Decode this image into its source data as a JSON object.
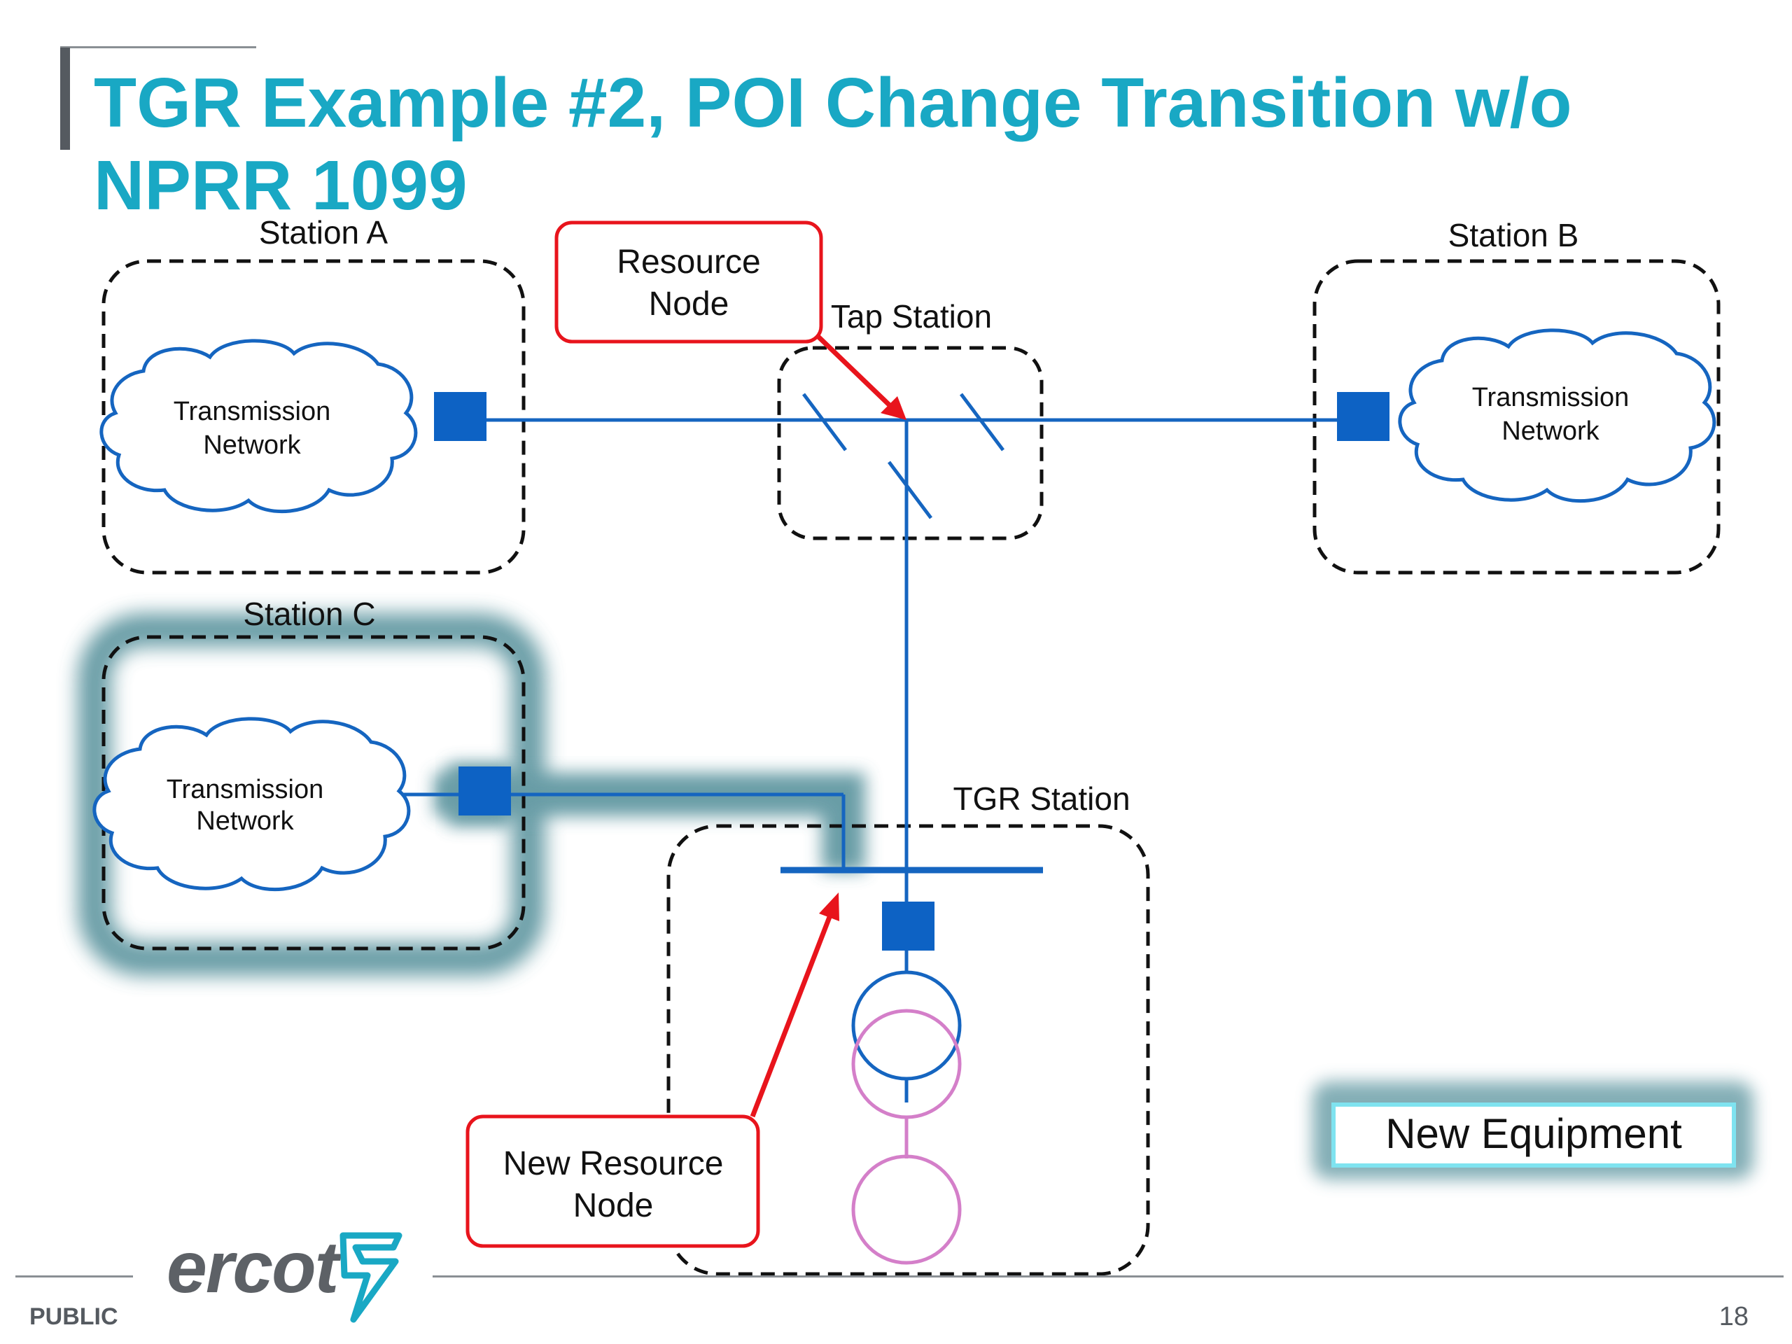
{
  "title": "TGR Example #2, POI Change Transition w/o NPRR 1099",
  "labels": {
    "station_a": "Station A",
    "station_b": "Station B",
    "station_c": "Station C",
    "tap_station": "Tap Station",
    "tgr_station": "TGR Station",
    "network_a_line1": "Transmission",
    "network_a_line2": "Network",
    "network_b_line1": "Transmission",
    "network_b_line2": "Network",
    "network_c_line1": "Transmission",
    "network_c_line2": "Network",
    "resource_node_line1": "Resource",
    "resource_node_line2": "Node",
    "new_resource_node_line1": "New Resource",
    "new_resource_node_line2": "Node",
    "legend_new_equipment": "New Equipment"
  },
  "footer": {
    "classification": "PUBLIC",
    "page_number": "18",
    "logo_text": "ercot"
  },
  "colors": {
    "title": "#19a8c4",
    "line": "#1565c0",
    "breaker": "#0d62c4",
    "arrow": "#e8141c",
    "transformer_secondary": "#d47fc9",
    "highlight_glow": "#4f8c97",
    "legend_border": "#7fe3f0"
  }
}
